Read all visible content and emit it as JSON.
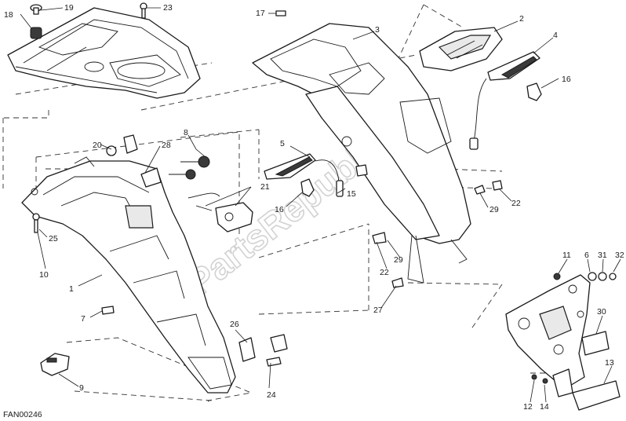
{
  "diagram": {
    "code": "FAN00246",
    "watermark": "PartsRepublik",
    "callouts": {
      "c1": "1",
      "c2": "2",
      "c3": "3",
      "c4": "4",
      "c5": "5",
      "c6": "6",
      "c7": "7",
      "c8": "8",
      "c9": "9",
      "c10": "10",
      "c11": "11",
      "c12": "12",
      "c13": "13",
      "c14": "14",
      "c15": "15",
      "c16a": "16",
      "c16b": "16",
      "c17": "17",
      "c18": "18",
      "c19": "19",
      "c20": "20",
      "c21": "21",
      "c22a": "22",
      "c22b": "22",
      "c23": "23",
      "c24": "24",
      "c25": "25",
      "c26": "26",
      "c27": "27",
      "c28": "28",
      "c29a": "29",
      "c29b": "29",
      "c30": "30",
      "c31": "31",
      "c32": "32"
    }
  }
}
